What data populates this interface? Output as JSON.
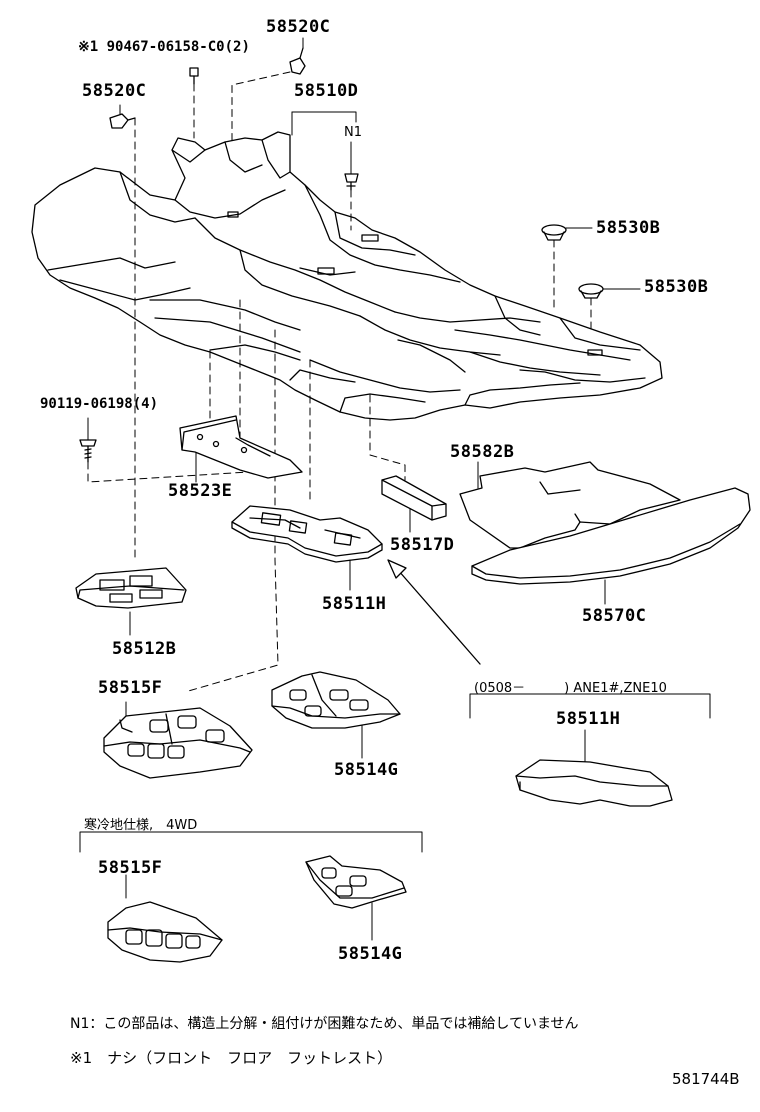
{
  "parts": {
    "p58520c_top": "58520C",
    "p_bolt_note": "※1 90467-06158-C0(2)",
    "p58520c_left": "58520C",
    "p58510d": "58510D",
    "n1_tag": "N1",
    "p58530b_1": "58530B",
    "p58530b_2": "58530B",
    "p90119": "90119-06198(4)",
    "p58523e": "58523E",
    "p58582b": "58582B",
    "p58517d": "58517D",
    "p58511h_main": "58511H",
    "p58570c": "58570C",
    "p58512b": "58512B",
    "p58515f_1": "58515F",
    "p58514g_1": "58514G",
    "p58511h_alt": "58511H",
    "p58515f_2": "58515F",
    "p58514g_2": "58514G"
  },
  "groups": {
    "alt_condition": "(0508－　　　) ANE1#,ZNE10",
    "cold_region": "寒冷地仕様,　4WD"
  },
  "notes": {
    "n1": "N1：この部品は、構造上分解・組付けが困難なため、単品では補給していません",
    "s1": "※1　ナシ（フロント　フロア　フットレスト）"
  },
  "diagram_id": "581744B"
}
